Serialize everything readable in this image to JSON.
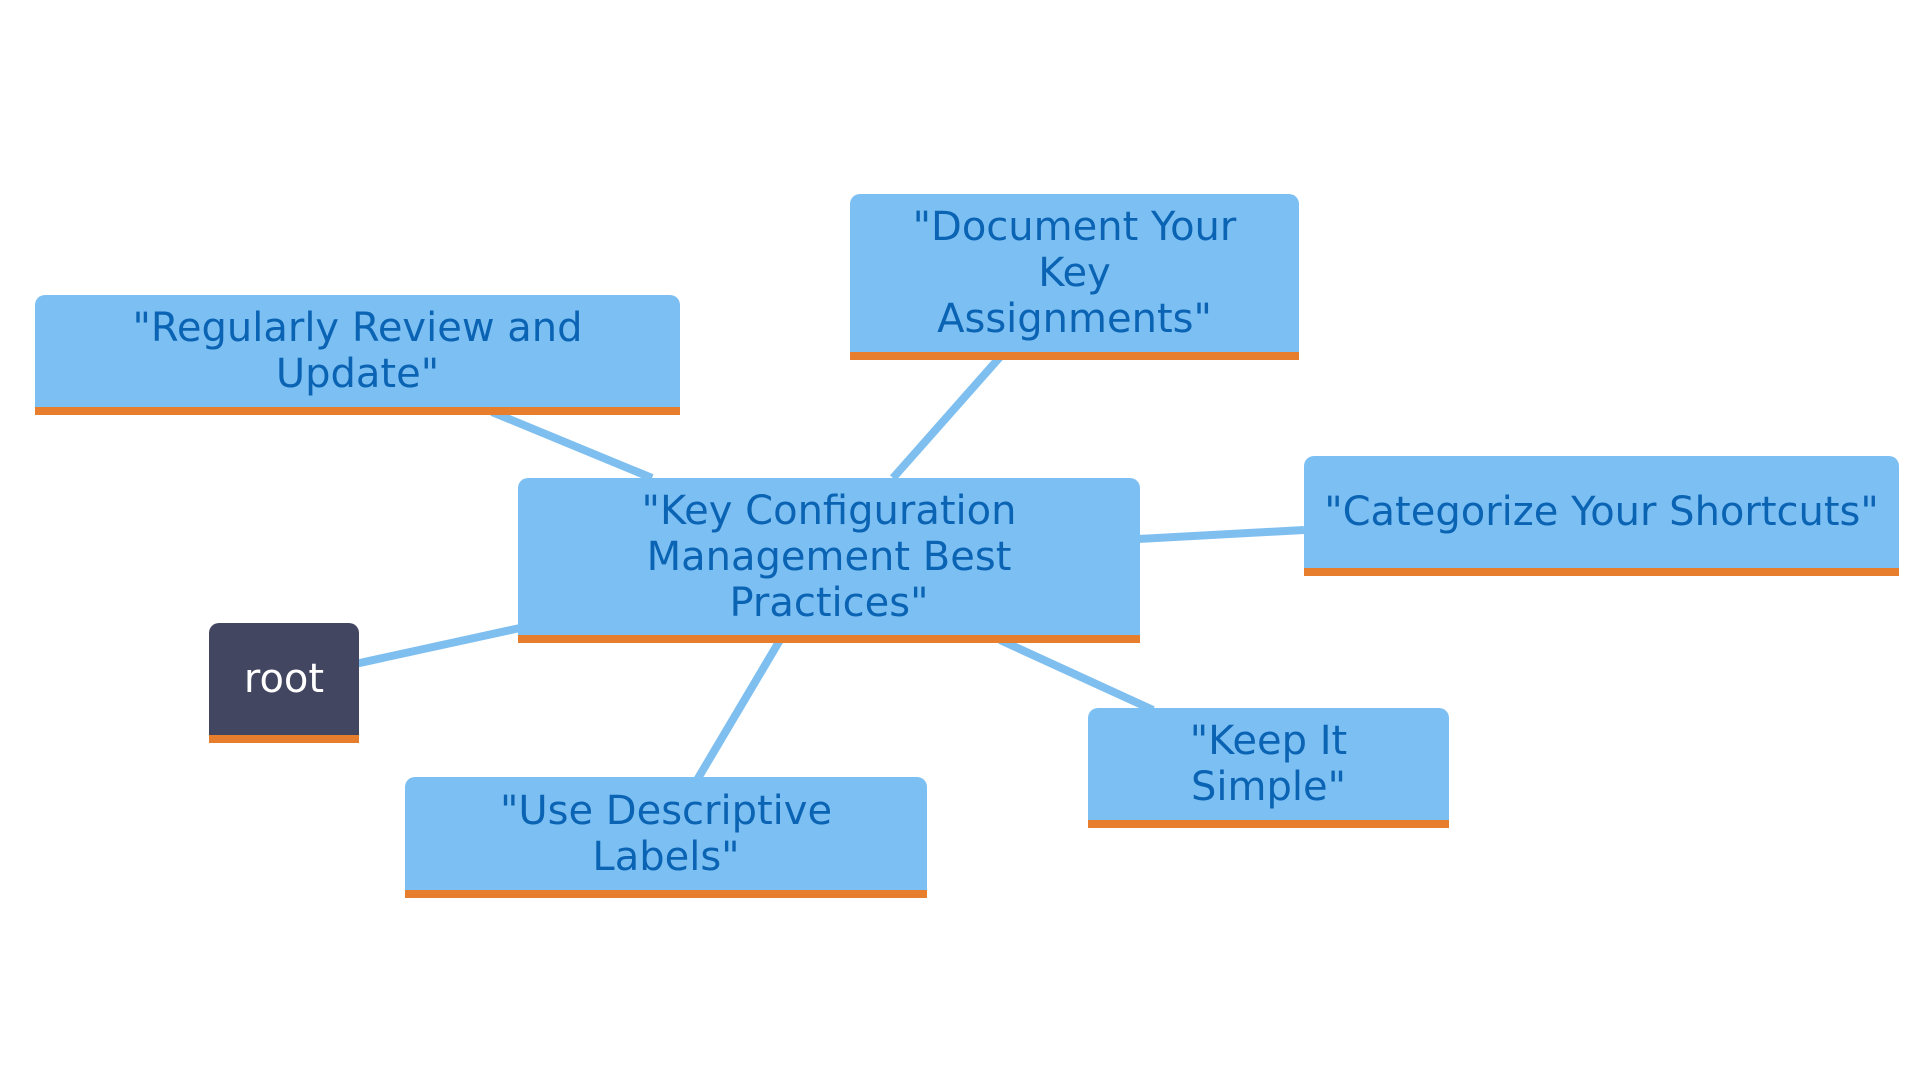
{
  "diagram": {
    "type": "mindmap",
    "colors": {
      "node_fill": "#7cbff2",
      "node_text": "#0a63b3",
      "node_underline": "#e67e2e",
      "root_fill": "#434661",
      "root_text": "#ffffff",
      "edge": "#7fbff0"
    },
    "nodes": {
      "root": {
        "label": "root"
      },
      "center": {
        "label": "\"Key Configuration Management Best Practices\""
      },
      "regularly_review": {
        "label": "\"Regularly Review and Update\""
      },
      "document_keys": {
        "label": "\"Document Your Key Assignments\""
      },
      "categorize": {
        "label": "\"Categorize Your Shortcuts\""
      },
      "keep_simple": {
        "label": "\"Keep It Simple\""
      },
      "descriptive_labels": {
        "label": "\"Use Descriptive Labels\""
      }
    },
    "edges": [
      {
        "from": "root",
        "to": "center"
      },
      {
        "from": "center",
        "to": "regularly_review"
      },
      {
        "from": "center",
        "to": "document_keys"
      },
      {
        "from": "center",
        "to": "categorize"
      },
      {
        "from": "center",
        "to": "keep_simple"
      },
      {
        "from": "center",
        "to": "descriptive_labels"
      }
    ]
  }
}
